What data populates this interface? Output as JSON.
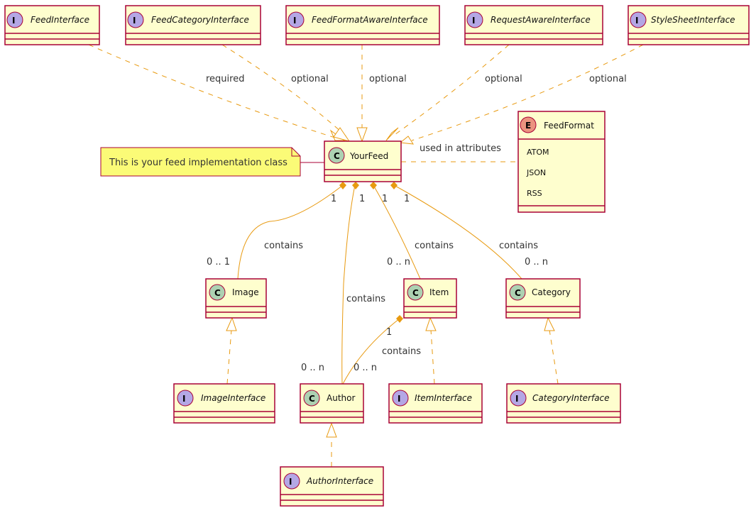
{
  "interfaces_top": [
    "FeedInterface",
    "FeedCategoryInterface",
    "FeedFormatAwareInterface",
    "RequestAwareInterface",
    "StyleSheetInterface"
  ],
  "main_class": "YourFeed",
  "note": "This is your feed implementation class",
  "enum": {
    "name": "FeedFormat",
    "badge": "E",
    "values": [
      "ATOM",
      "JSON",
      "RSS"
    ]
  },
  "classes": {
    "image": "Image",
    "item": "Item",
    "category": "Category",
    "author": "Author"
  },
  "interfaces_bottom": {
    "image": "ImageInterface",
    "item": "ItemInterface",
    "category": "CategoryInterface",
    "author": "AuthorInterface"
  },
  "badges": {
    "class": "C",
    "interface": "I"
  },
  "edge_labels": {
    "required": "required",
    "optional": "optional",
    "used_in_attributes": "used in attributes",
    "contains": "contains"
  },
  "multiplicities": {
    "one": "1",
    "zero_one": "0 .. 1",
    "zero_n": "0 .. n"
  },
  "colors": {
    "box_fill": "#FEFECE",
    "border": "#A80036",
    "edge": "#E89A10",
    "class_badge": "#ADD1B2",
    "interface_badge": "#B4A7E5",
    "enum_badge": "#EB937F",
    "note_fill": "#FBFB77"
  }
}
